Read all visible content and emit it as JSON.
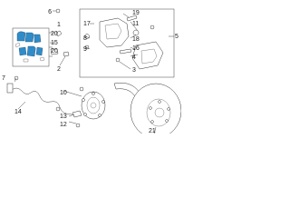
{
  "callouts": {
    "c1": "1",
    "c2": "2",
    "c3": "3",
    "c4": "4",
    "c5": "5",
    "c6": "6",
    "c7": "7",
    "c8": "8",
    "c9": "9",
    "c10": "10",
    "c11": "11",
    "c12": "12",
    "c13": "13",
    "c14": "14",
    "c15": "15",
    "c16": "16",
    "c17": "17",
    "c18": "18",
    "c19": "19",
    "c20a": "20",
    "c20b": "20",
    "c21": "21"
  },
  "colors": {
    "highlight": "#2f8cc8",
    "line": "#333333",
    "background": "#ffffff"
  }
}
